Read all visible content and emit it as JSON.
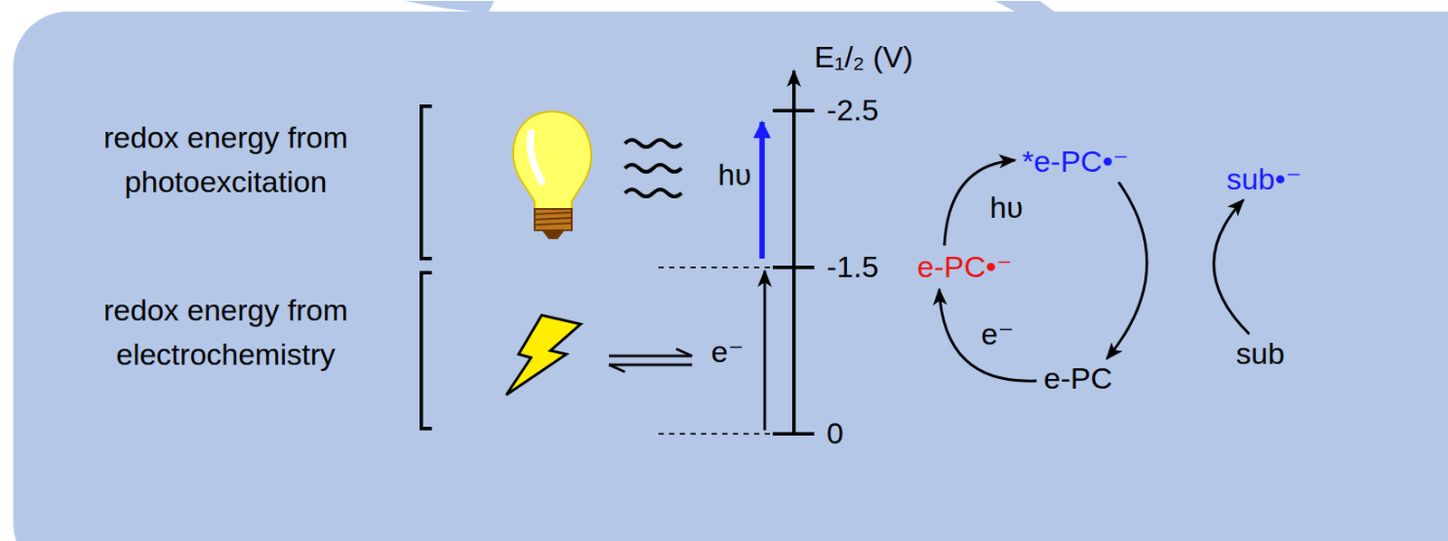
{
  "diagram": {
    "nodes": [
      {
        "text": [
          "*e-PC•⁻"
        ]
      },
      {
        "text": [
          "sub•⁻"
        ]
      },
      {
        "text": [
          "e-PC•⁻"
        ]
      },
      {
        "text": [
          "e-PC"
        ]
      },
      {
        "text": [
          "sub"
        ]
      }
    ],
    "edges": [
      {
        "from": 2,
        "to": 0,
        "label": "hυ",
        "arrow": "to"
      },
      {
        "from": 0,
        "to": 3,
        "arrow": "to"
      },
      {
        "from": 3,
        "to": 2,
        "label": "e⁻",
        "arrow": "to"
      },
      {
        "from": 4,
        "to": 1,
        "arrow": "to"
      }
    ],
    "labels": [
      "redox energy from photoexcitation",
      "redox energy from electrochemistry",
      "E₁/₂ (V)",
      "-2.5",
      "-1.5",
      "0",
      "hυ",
      "e⁻"
    ]
  }
}
